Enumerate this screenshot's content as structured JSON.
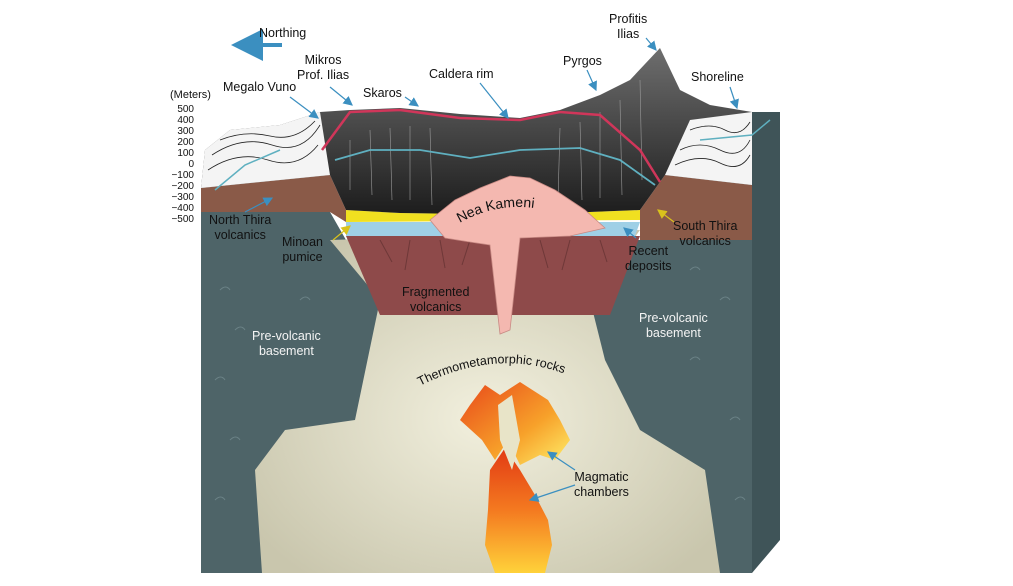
{
  "diagram": {
    "direction": "Northing",
    "elevation_axis": {
      "unit_label": "(Meters)",
      "ticks": [
        "500",
        "400",
        "300",
        "200",
        "100",
        "0",
        "−100",
        "−200",
        "−300",
        "−400",
        "−500"
      ]
    },
    "labels": {
      "megalo_vuno": "Megalo Vuno",
      "mikros_prof_ilias": [
        "Mikros",
        "Prof. Ilias"
      ],
      "skaros": "Skaros",
      "caldera_rim": "Caldera rim",
      "pyrgos": "Pyrgos",
      "profitis_ilias": [
        "Profitis",
        "Ilias"
      ],
      "shoreline": "Shoreline",
      "north_thira_volcanics": [
        "North Thira",
        "volcanics"
      ],
      "minoan_pumice": [
        "Minoan",
        "pumice"
      ],
      "nea_kameni": "Nea Kameni",
      "south_thira_volcanics": [
        "South Thira",
        "volcanics"
      ],
      "recent_deposits": [
        "Recent",
        "deposits"
      ],
      "fragmented_volcanics": [
        "Fragmented",
        "volcanics"
      ],
      "pre_volcanic_basement_left": [
        "Pre-volcanic",
        "basement"
      ],
      "pre_volcanic_basement_right": [
        "Pre-volcanic",
        "basement"
      ],
      "thermometamorphic_rocks": "Thermometamorphic rocks",
      "magmatic_chambers": [
        "Magmatic",
        "chambers"
      ]
    },
    "colors": {
      "basement": "#4e6468",
      "thermometamorphic": "#d7d4be",
      "fragmented_volcanics": "#8e4a4a",
      "recent_deposits": "#9fd0e6",
      "minoan_pumice": "#f0e020",
      "thira_volcanics": "#8a5a48",
      "nea_kameni": "#f4b8b0",
      "caldera_rim": "#d0365a",
      "inner_contour": "#5fb0c0",
      "magma_outer": "#e84a18",
      "magma_inner": "#ffe23a",
      "pointer": "#3b8fc0"
    }
  }
}
